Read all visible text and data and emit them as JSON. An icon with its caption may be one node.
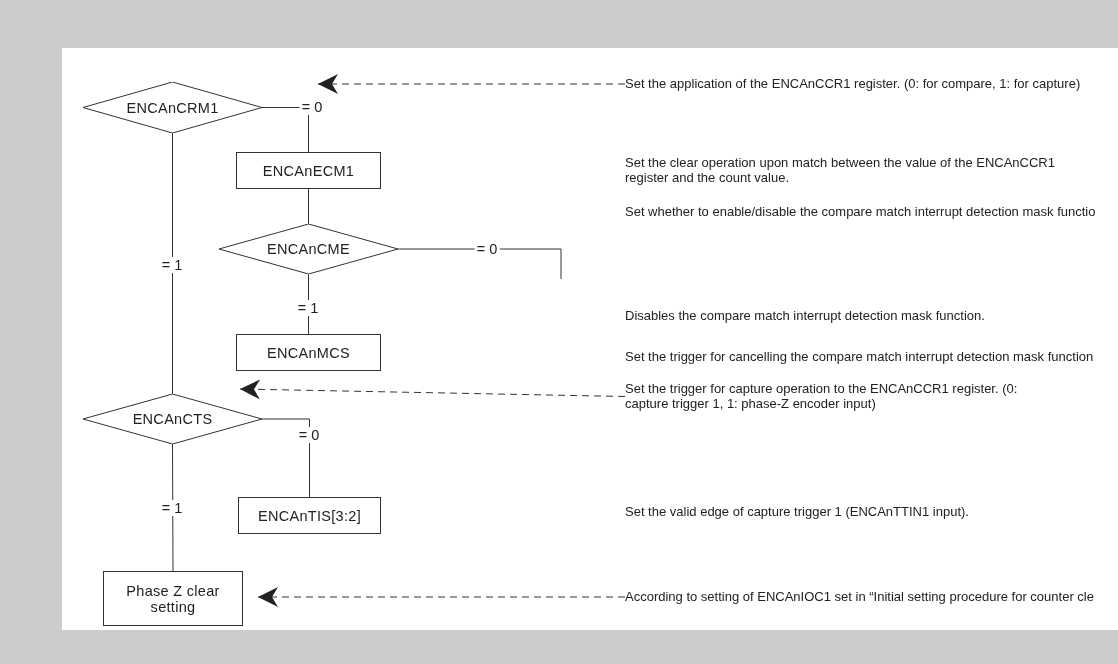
{
  "diagram": {
    "nodes": [
      {
        "text": [
          "ENCAnCRM1"
        ]
      },
      {
        "text": [
          "ENCAnECM1"
        ]
      },
      {
        "text": [
          "ENCAnCME"
        ]
      },
      {
        "text": [
          "ENCAnMCS"
        ]
      },
      {
        "text": [
          "ENCAnCTS"
        ]
      },
      {
        "text": [
          "ENCAnTIS[3:2]"
        ]
      },
      {
        "text": [
          "Phase Z clear setting"
        ]
      },
      {
        "text": [
          "Set the application of the ENCAnCCR1 register. (0: for compare, 1: for capture)"
        ]
      },
      {
        "text": [
          "Set the trigger for capture operation to the ENCAnCCR1 register. (0: capture trigger 1, 1: phase-Z encoder input)"
        ]
      },
      {
        "text": [
          "According to setting of ENCAnIOC1 set in “Initial setting procedure for counter cle"
        ]
      }
    ],
    "edges": [
      {
        "from": 0,
        "to": 1,
        "arrow": "none",
        "label": "= 0"
      },
      {
        "from": 1,
        "to": 2,
        "arrow": "none"
      },
      {
        "from": 2,
        "to": null,
        "arrow": "none",
        "label": "= 0"
      },
      {
        "from": 2,
        "to": 3,
        "arrow": "none",
        "label": "= 1"
      },
      {
        "from": 0,
        "to": 4,
        "arrow": "none",
        "label": "= 1"
      },
      {
        "from": 4,
        "to": 5,
        "arrow": "none",
        "label": "= 0"
      },
      {
        "from": 4,
        "to": 6,
        "arrow": "none",
        "label": "= 1"
      },
      {
        "from": 7,
        "to": null,
        "arrow": "to",
        "style": "dashed"
      },
      {
        "from": 8,
        "to": 4,
        "arrow": "to",
        "style": "dashed"
      },
      {
        "from": 9,
        "to": 6,
        "arrow": "to",
        "style": "dashed"
      }
    ],
    "labels": [
      "Set the clear operation upon match between the value of the ENCAnCCR1 register and the count value.",
      "Set whether to enable/disable the compare match interrupt detection mask functio",
      "Disables the compare match interrupt detection mask function.",
      "Set the trigger for cancelling the compare match interrupt detection mask function",
      "Set the valid edge of capture trigger 1 (ENCAnTTIN1 input)."
    ]
  }
}
